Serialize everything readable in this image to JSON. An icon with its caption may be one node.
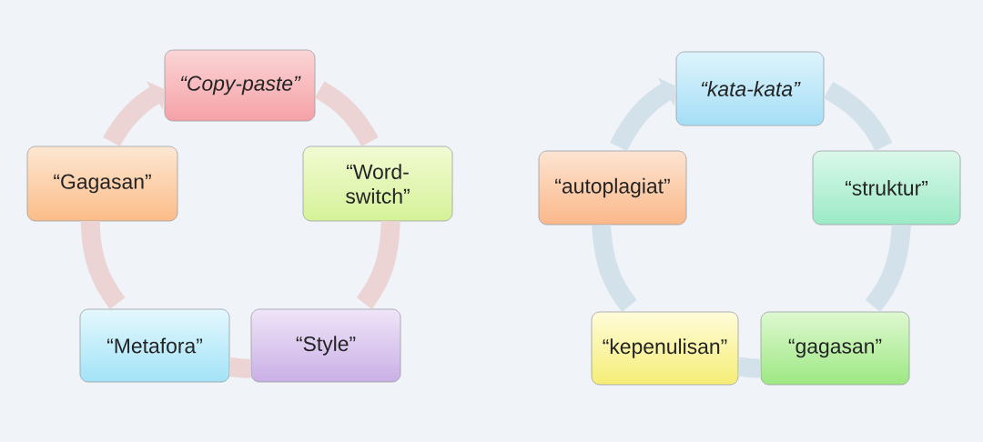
{
  "diagram": {
    "nodes": [
      {
        "text": [
          "“Copy-paste”"
        ]
      },
      {
        "text": [
          "“Word-switch”"
        ]
      },
      {
        "text": [
          "“Style”"
        ]
      },
      {
        "text": [
          "“Metafora”"
        ]
      },
      {
        "text": [
          "“Gagasan”"
        ]
      },
      {
        "text": [
          "“kata-kata”"
        ]
      },
      {
        "text": [
          "“struktur”"
        ]
      },
      {
        "text": [
          "“gagasan”"
        ]
      },
      {
        "text": [
          "“kepenulisan”"
        ]
      },
      {
        "text": [
          "“autoplagiat”"
        ]
      }
    ],
    "edges": [
      {
        "from": 0,
        "to": 1,
        "arrow": "none",
        "color": "#ecd4d5"
      },
      {
        "from": 1,
        "to": 2,
        "arrow": "none",
        "color": "#ecd4d5"
      },
      {
        "from": 2,
        "to": 3,
        "arrow": "none",
        "color": "#ecd4d5"
      },
      {
        "from": 3,
        "to": 4,
        "arrow": "none",
        "color": "#ecd4d5"
      },
      {
        "from": 4,
        "to": 0,
        "arrow": "to",
        "color": "#ecd4d5"
      },
      {
        "from": 5,
        "to": 6,
        "arrow": "none",
        "color": "#d3e1ea"
      },
      {
        "from": 6,
        "to": 7,
        "arrow": "none",
        "color": "#d3e1ea"
      },
      {
        "from": 7,
        "to": 8,
        "arrow": "none",
        "color": "#d3e1ea"
      },
      {
        "from": 8,
        "to": 9,
        "arrow": "none",
        "color": "#d3e1ea"
      },
      {
        "from": 9,
        "to": 5,
        "arrow": "to",
        "color": "#d3e1ea"
      }
    ]
  }
}
